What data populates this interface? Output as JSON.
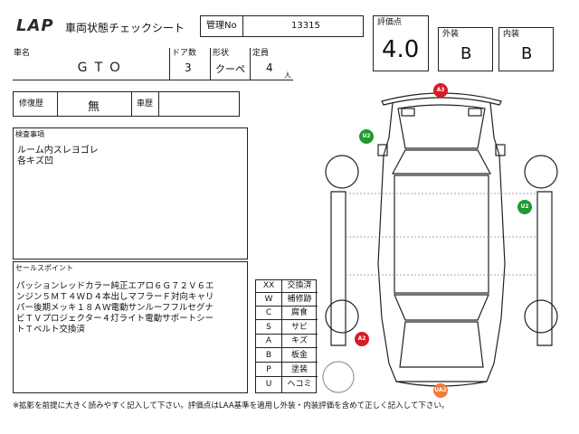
{
  "header": {
    "logo_text": "LAP",
    "sheet_title": "車両状態チェックシート",
    "control_no_label": "管理No",
    "control_no_value": "13315"
  },
  "rating": {
    "score_label": "評価点",
    "score_value": "4.0",
    "exterior_label": "外装",
    "exterior_value": "B",
    "interior_label": "内装",
    "interior_value": "B"
  },
  "vehicle": {
    "name_label": "車名",
    "name_value": "ＧＴＯ",
    "doors_label": "ドア数",
    "doors_value": "3",
    "body_label": "形状",
    "body_value": "クーペ",
    "capacity_label": "定員",
    "capacity_value": "4",
    "capacity_unit": "人"
  },
  "history": {
    "repair_label": "修復歴",
    "repair_value": "無",
    "vehicle_history_label": "車歴",
    "vehicle_history_value": ""
  },
  "inspection": {
    "label": "検査事項",
    "line1": "ルーム内スレヨゴレ",
    "line2": "各キズ凹"
  },
  "sales": {
    "label": "セールスポイント",
    "line1": "パッションレッドカラー純正エアロ６Ｇ７２Ｖ６エ",
    "line2": "ンジン５ＭＴ４ＷＤ４本出しマフラーＦ対向キャリ",
    "line3": "パー後期メッキ１８ＡＷ電動サンルーフフルセグナ",
    "line4": "ビＴＶプロジェクター４灯ライト電動サポートシー",
    "line5": "トＴベルト交換済"
  },
  "legend": [
    {
      "code": "XX",
      "meaning": "交換済"
    },
    {
      "code": "W",
      "meaning": "補修跡"
    },
    {
      "code": "C",
      "meaning": "腐食"
    },
    {
      "code": "S",
      "meaning": "サビ"
    },
    {
      "code": "A",
      "meaning": "キズ"
    },
    {
      "code": "B",
      "meaning": "板金"
    },
    {
      "code": "P",
      "meaning": "塗装"
    },
    {
      "code": "U",
      "meaning": "ヘコミ"
    }
  ],
  "damage_markers": [
    {
      "code": "A3",
      "color": "#d81b2a"
    },
    {
      "code": "U2",
      "color": "#1e9a2e"
    },
    {
      "code": "U2",
      "color": "#1e9a2e"
    },
    {
      "code": "A2",
      "color": "#d81b2a"
    },
    {
      "code": "UA2",
      "color": "#f07c3c"
    }
  ],
  "footer": {
    "note": "※拡影を前提に大きく読みやすく記入して下さい。評価点はLAA基準を適用し外装・内装評価を含めて正しく記入して下さい。"
  }
}
